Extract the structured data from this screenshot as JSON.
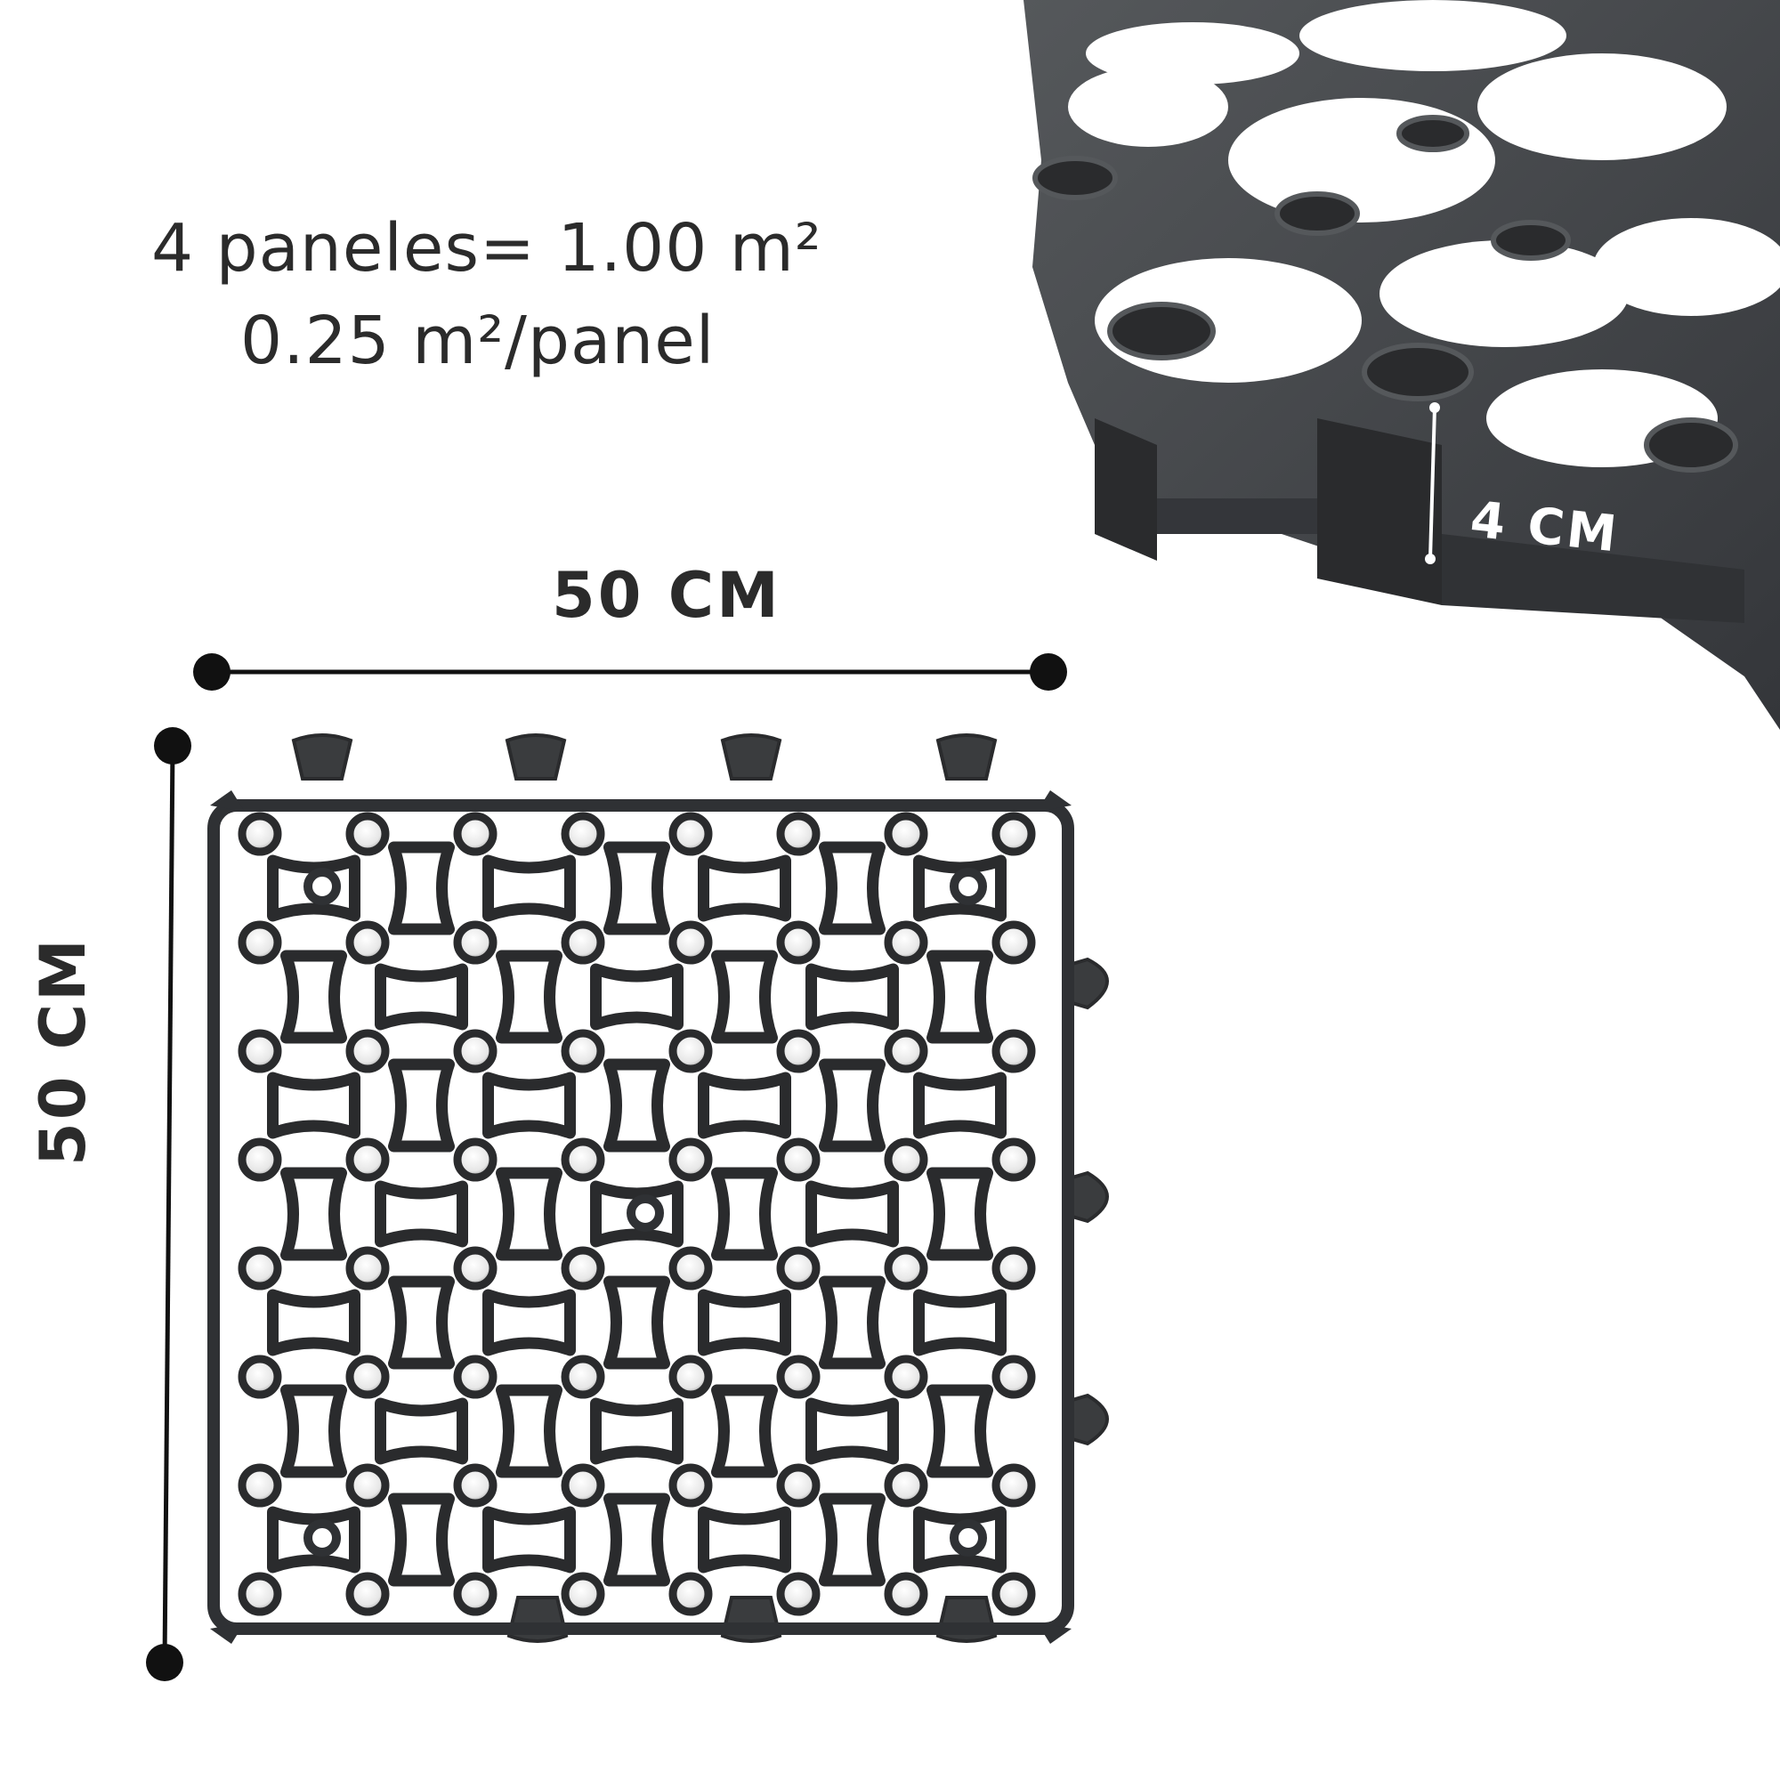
{
  "info": {
    "line1": "4 paneles= 1.00 m²",
    "line2": "0.25 m²/panel"
  },
  "dimensions": {
    "width_label": "50 CM",
    "height_label": "50 CM",
    "depth_label": "4 CM"
  },
  "colors": {
    "panel": "#3a3c3e",
    "panel_dark": "#2a2b2d",
    "panel_light": "#55585b",
    "text": "#2b2b2b",
    "dimension_line": "#111111",
    "background": "#ffffff"
  }
}
